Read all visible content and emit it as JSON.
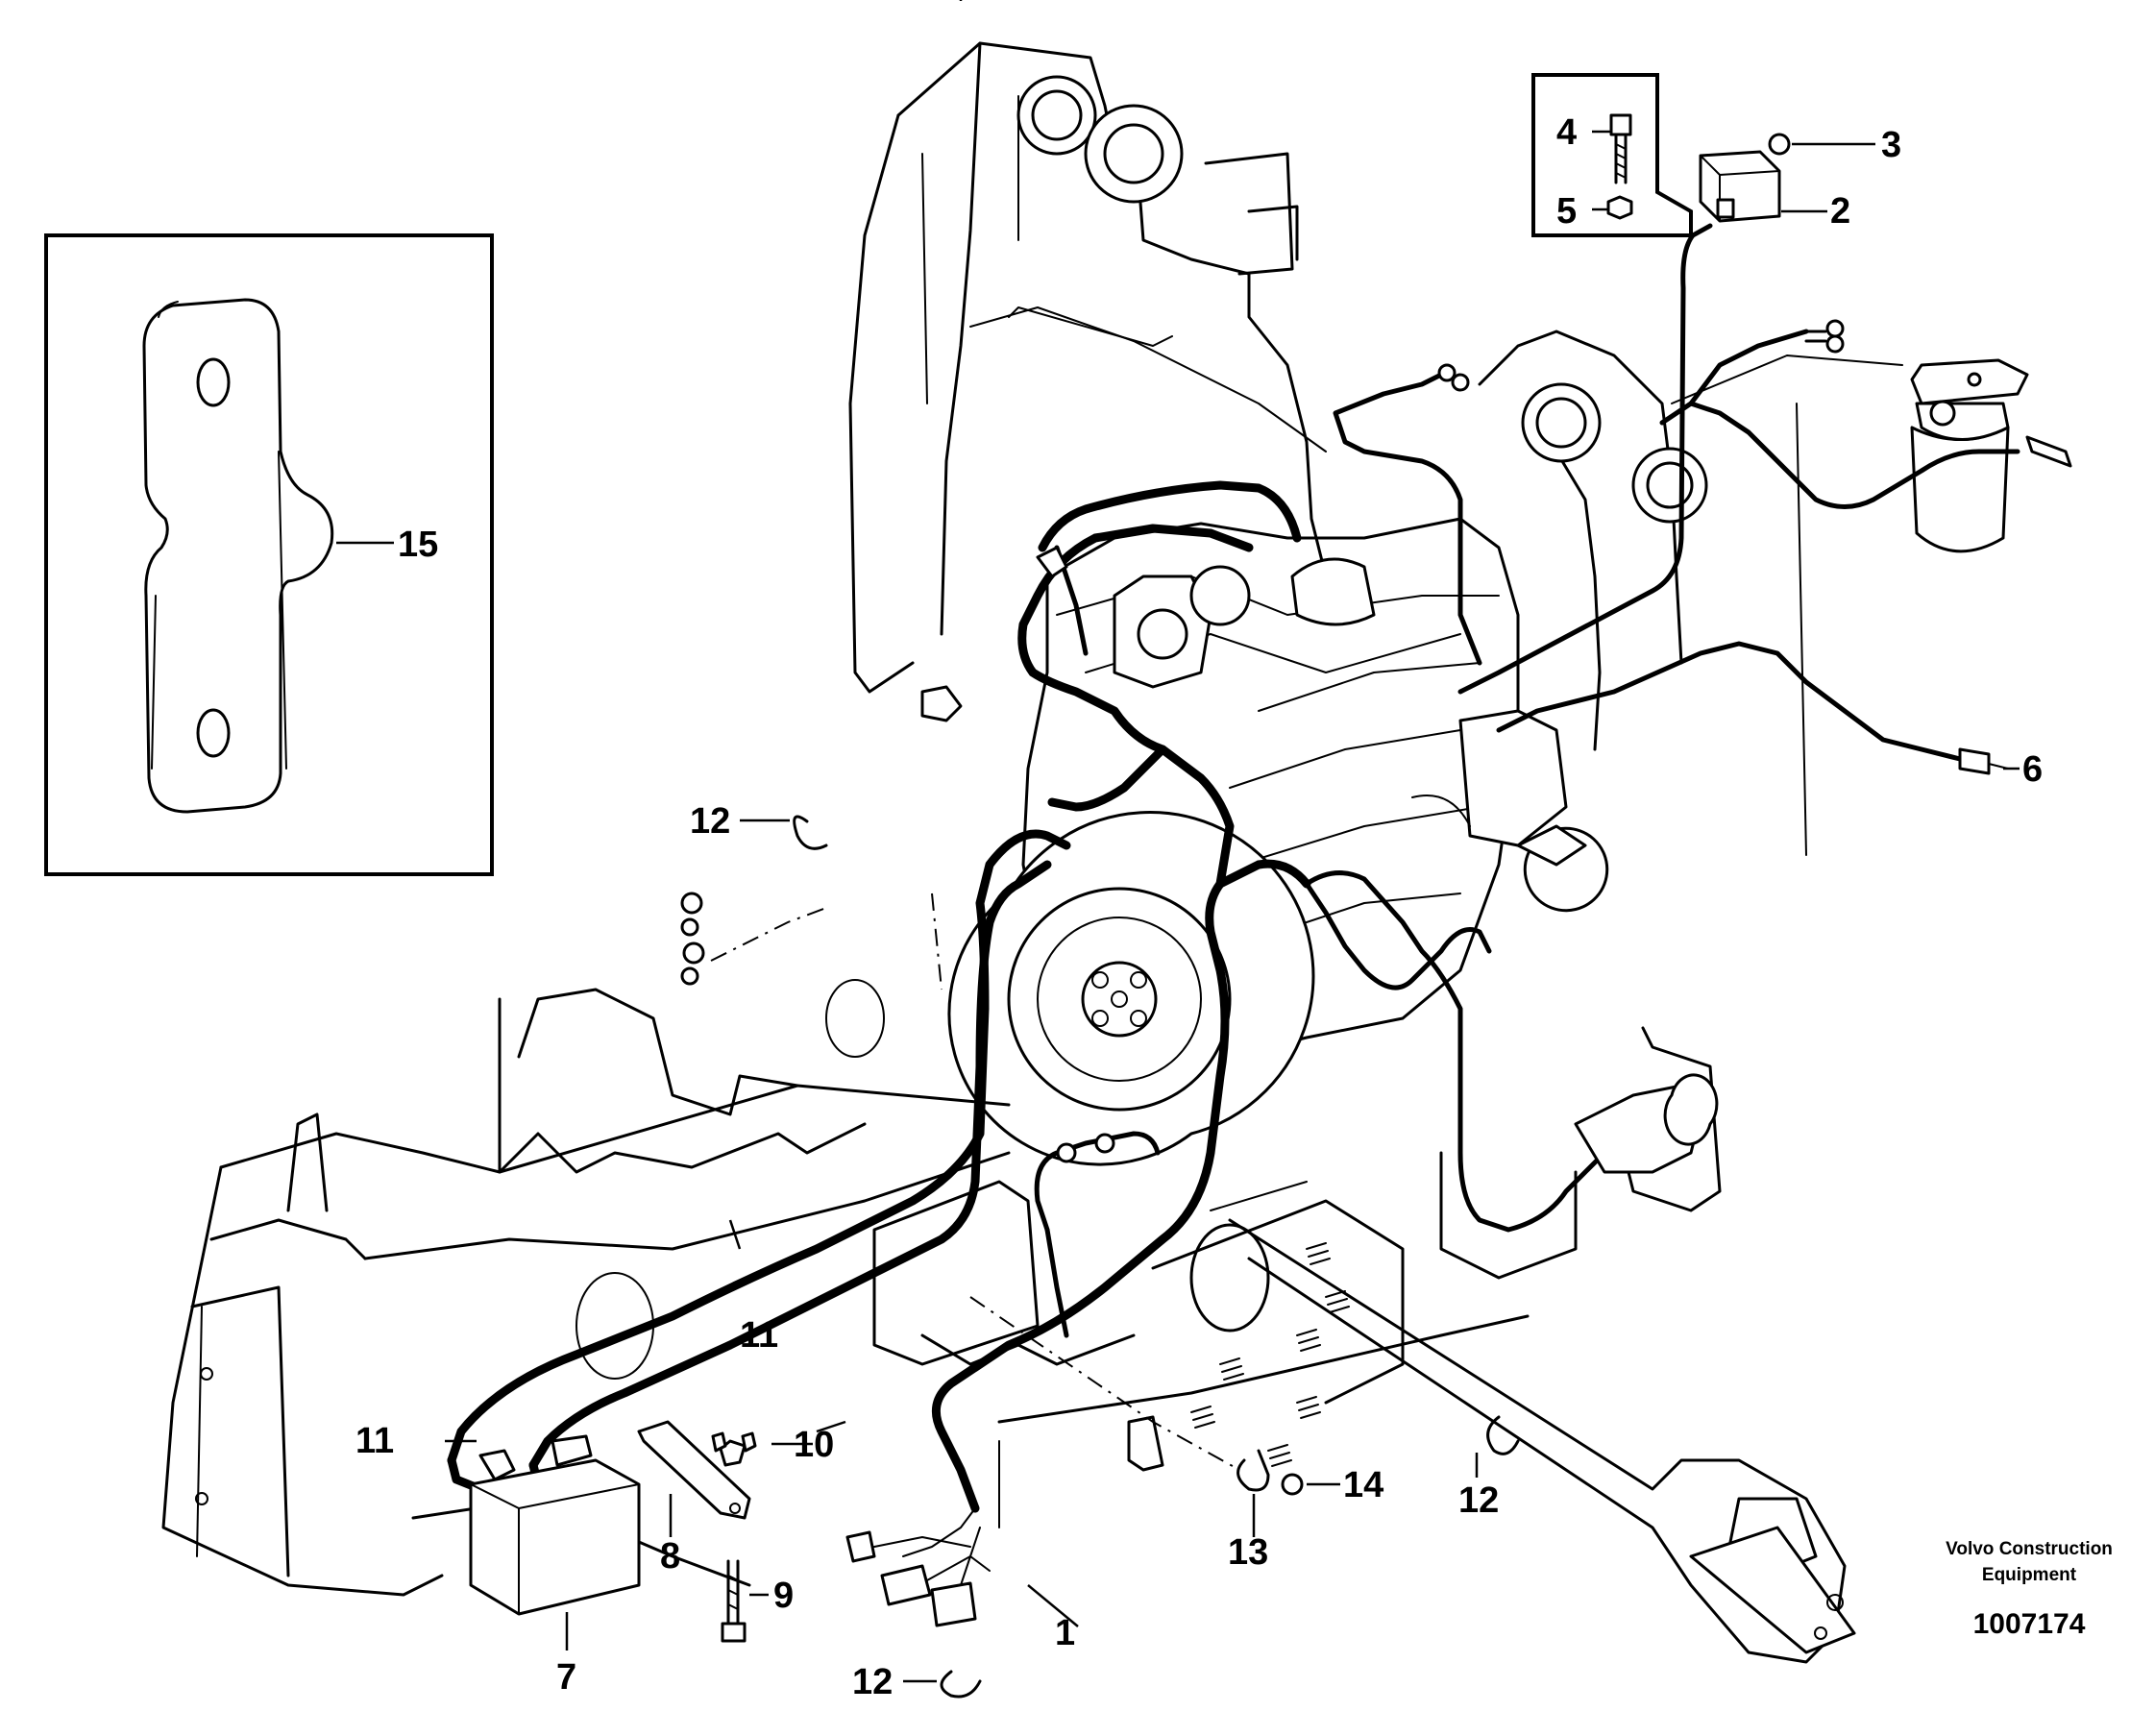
{
  "diagram": {
    "callouts": [
      {
        "id": "c1",
        "label": "1"
      },
      {
        "id": "c2",
        "label": "2"
      },
      {
        "id": "c3",
        "label": "3"
      },
      {
        "id": "c4",
        "label": "4"
      },
      {
        "id": "c5",
        "label": "5"
      },
      {
        "id": "c6",
        "label": "6"
      },
      {
        "id": "c7",
        "label": "7"
      },
      {
        "id": "c8",
        "label": "8"
      },
      {
        "id": "c9",
        "label": "9"
      },
      {
        "id": "c10",
        "label": "10"
      },
      {
        "id": "c11a",
        "label": "11"
      },
      {
        "id": "c11b",
        "label": "11"
      },
      {
        "id": "c12a",
        "label": "12"
      },
      {
        "id": "c12b",
        "label": "12"
      },
      {
        "id": "c12c",
        "label": "12"
      },
      {
        "id": "c13",
        "label": "13"
      },
      {
        "id": "c14",
        "label": "14"
      },
      {
        "id": "c15",
        "label": "15"
      }
    ],
    "brand_line1": "Volvo Construction",
    "brand_line2": "Equipment",
    "doc_number": "1007174"
  }
}
